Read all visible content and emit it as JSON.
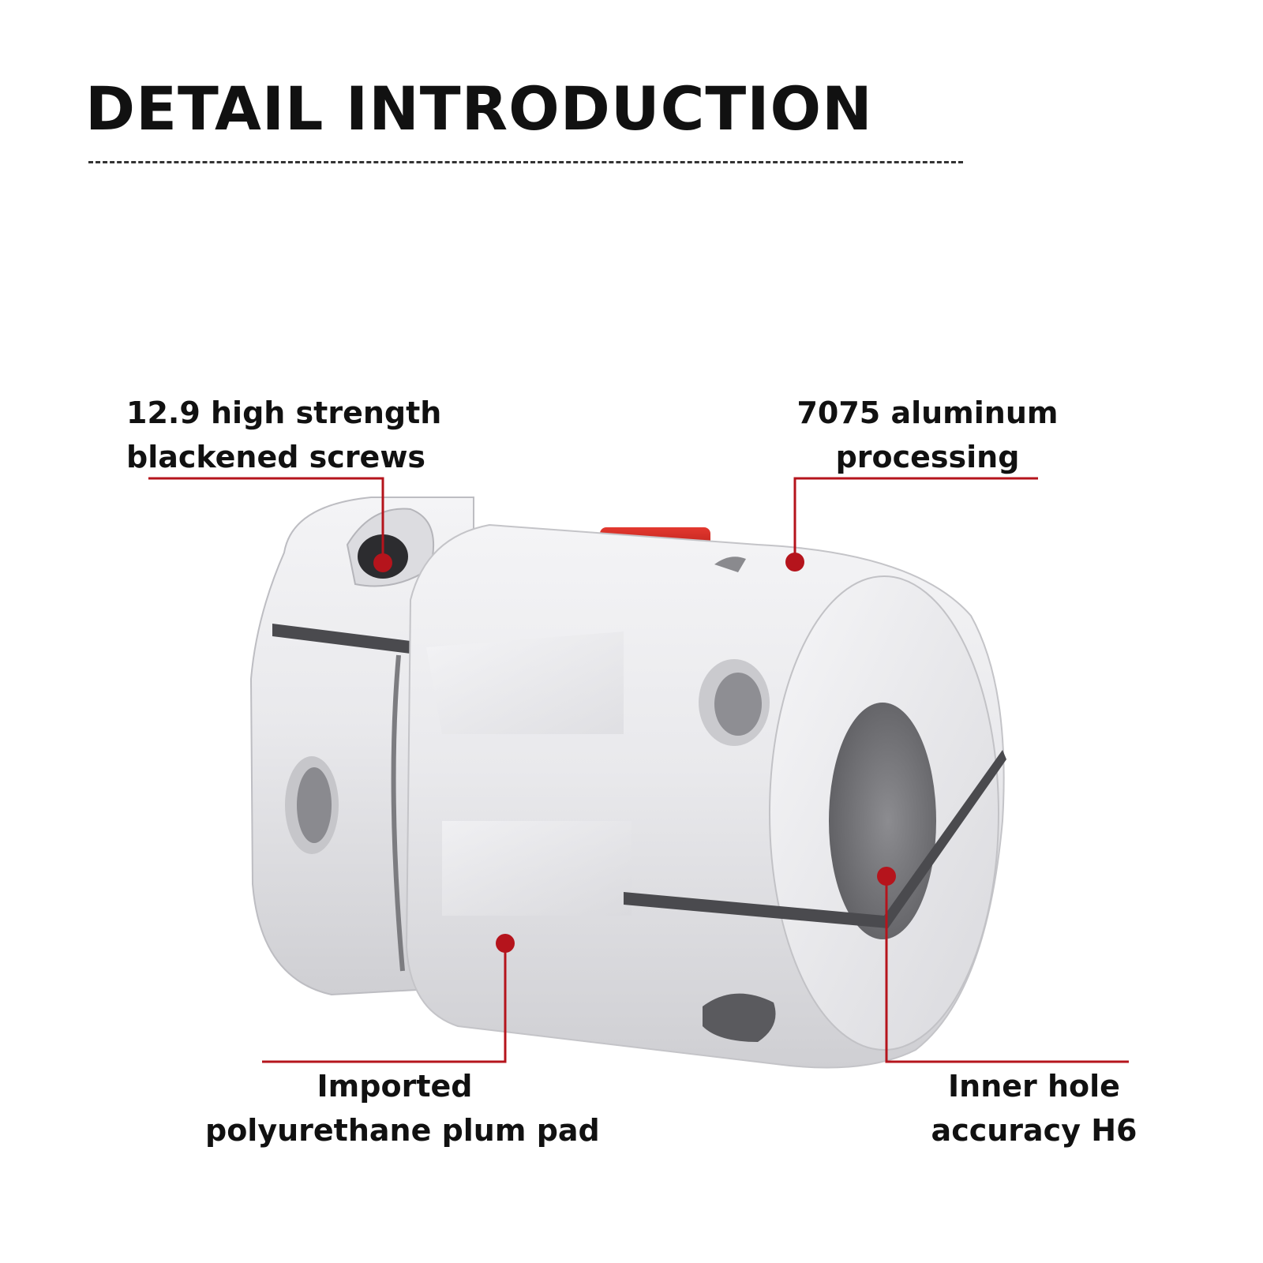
{
  "header": {
    "title": "DETAIL INTRODUCTION"
  },
  "callouts": {
    "screws": {
      "line1": "12.9 high strength",
      "line2": "blackened screws"
    },
    "aluminum": {
      "line1": "7075 aluminum",
      "line2": "processing"
    },
    "pad": {
      "line1": "Imported",
      "line2": "polyurethane plum pad"
    },
    "hole": {
      "line1": "Inner hole",
      "line2": "accuracy H6"
    }
  },
  "colors": {
    "accent": "#b5141c",
    "title": "#111111",
    "metal": "#e6e6e8",
    "pad": "#d62a22"
  }
}
